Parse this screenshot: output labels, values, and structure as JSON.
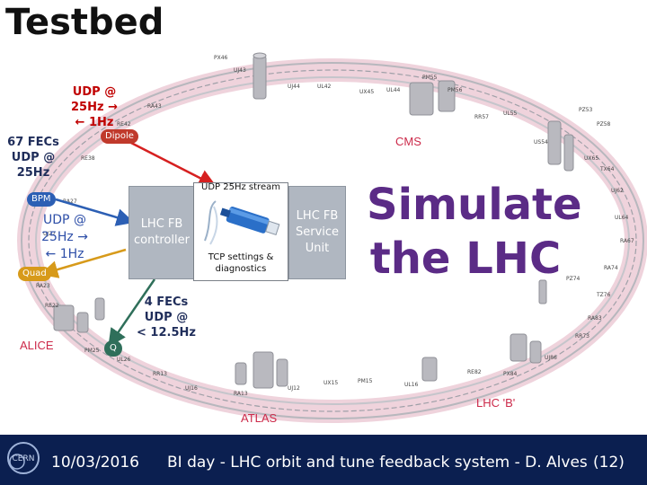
{
  "slide": {
    "title": "Testbed",
    "udp_top": [
      "UDP @",
      "25Hz →",
      "← 1Hz"
    ],
    "fecs_left": [
      "67 FECs",
      "UDP @",
      "25Hz"
    ],
    "udp_left": [
      "UDP @",
      "25Hz →",
      "← 1Hz"
    ],
    "tags": {
      "dipole": "Dipole",
      "bpm": "BPM",
      "quad": "Quad",
      "q": "Q"
    },
    "fb_controller": [
      "LHC FB",
      "controller"
    ],
    "stream_label": "UDP 25Hz stream",
    "tcp_label": [
      "TCP settings &",
      "diagnostics"
    ],
    "fb_service_unit": [
      "LHC FB",
      "Service",
      "Unit"
    ],
    "fecs_bottom": [
      "4 FECs",
      "UDP @",
      "< 12.5Hz"
    ],
    "simulate": [
      "Simulate",
      "the LHC"
    ],
    "sites": {
      "cms": "CMS",
      "alice": "ALICE",
      "atlas": "ATLAS",
      "lhcb": "LHC 'B'"
    }
  },
  "footer": {
    "date": "10/03/2016",
    "title": "BI day - LHC orbit and tune feedback system - D. Alves",
    "page": "(12)"
  },
  "colors": {
    "title_text": "#111111",
    "udp_top": "#c00000",
    "simulate": "#5b2b86",
    "footer_bg": "#0b1f50",
    "ring_pink": "#e7c2cf",
    "ring_grey": "#b7b7bd",
    "arrow_red": "#d62020",
    "arrow_blue": "#2c5fb4",
    "arrow_gold": "#d79a1a",
    "arrow_green": "#2f6f5a"
  },
  "icons": [
    "cern-logo-icon",
    "ethernet-cable-icon",
    "arrow-icon"
  ]
}
